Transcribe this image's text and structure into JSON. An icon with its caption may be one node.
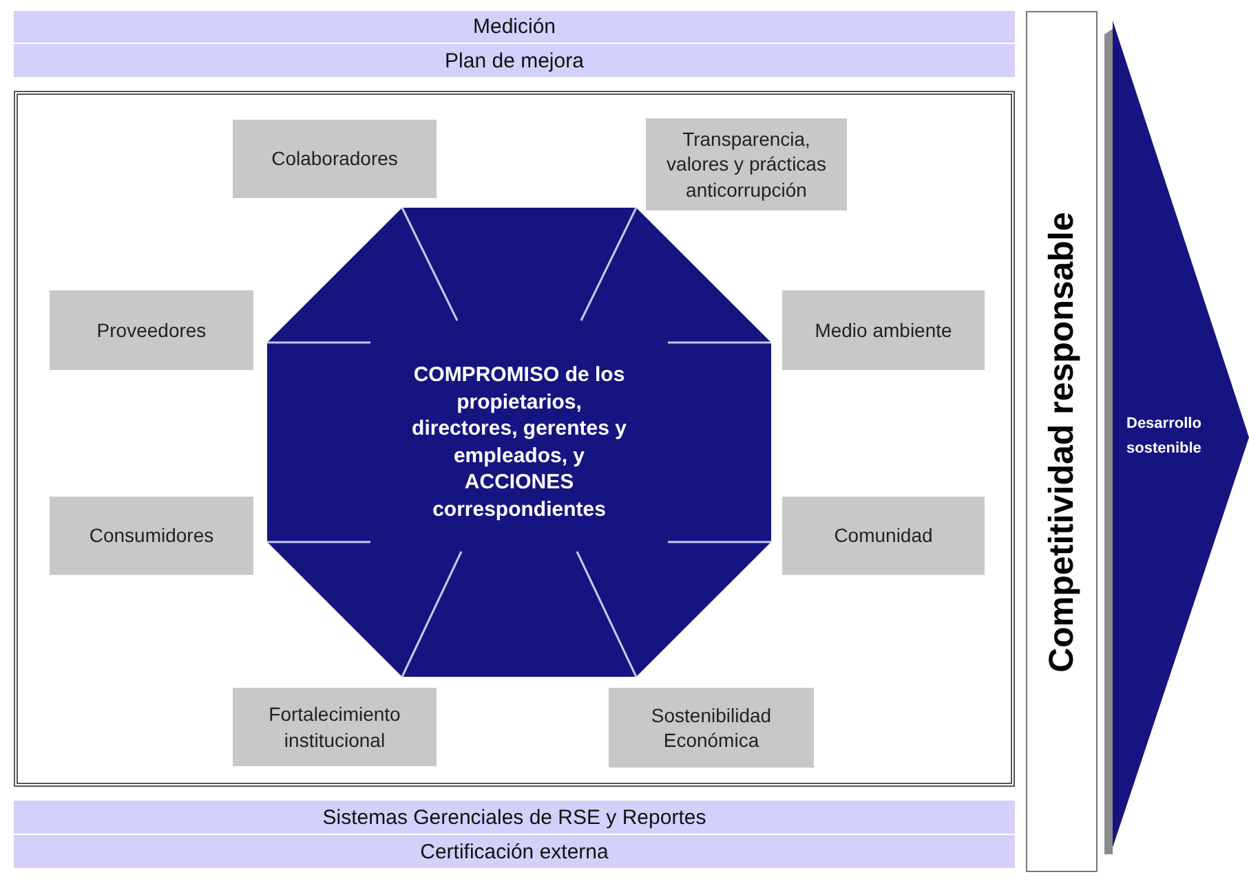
{
  "diagram": {
    "nodes": [
      {
        "text": [
          "Medición"
        ]
      },
      {
        "text": [
          "Plan de mejora"
        ]
      },
      {
        "text": [],
        "shape": "box"
      },
      {
        "text": [
          "Colaboradores"
        ],
        "in": 2
      },
      {
        "text": [
          "Transparencia, valores y prácticas anticorrupción"
        ],
        "in": 2
      },
      {
        "text": [
          "Proveedores"
        ],
        "in": 2
      },
      {
        "text": [
          "COMPROMISO de los propietarios, directores, gerentes y empleados, y ACCIONES correspondientes"
        ],
        "in": 2
      },
      {
        "text": [
          "Medio ambiente"
        ],
        "in": 2
      },
      {
        "text": [
          "Consumidores"
        ],
        "in": 2
      },
      {
        "text": [
          "Comunidad"
        ],
        "in": 2
      },
      {
        "text": [
          "Fortalecimiento institucional"
        ],
        "in": 2
      },
      {
        "text": [
          "Sostenibilidad Económica"
        ],
        "in": 2
      },
      {
        "text": [
          "Sistemas Gerenciales de RSE y Reportes"
        ]
      },
      {
        "text": [
          "Certificación externa"
        ]
      },
      {
        "text": [
          "Competitividad responsable"
        ]
      },
      {
        "text": [
          "Desarrollo sostenible"
        ]
      }
    ]
  }
}
